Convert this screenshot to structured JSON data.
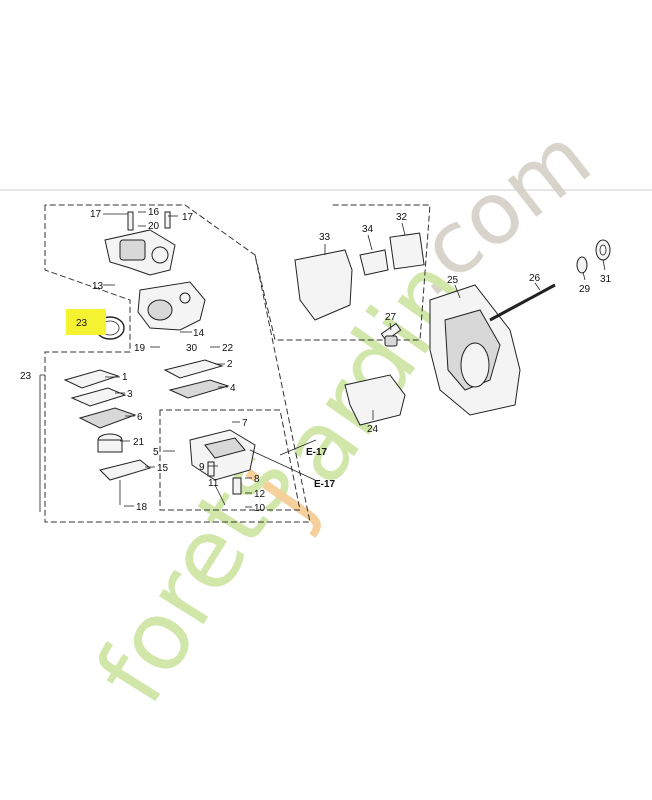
{
  "diagram": {
    "highlighted_part": "23",
    "highlight_color": "#f5f232",
    "callouts": [
      "17",
      "16",
      "20",
      "17",
      "13",
      "23",
      "14",
      "19",
      "30",
      "22",
      "1",
      "2",
      "3",
      "4",
      "6",
      "21",
      "15",
      "18",
      "5",
      "7",
      "9",
      "8",
      "11",
      "12",
      "10",
      "33",
      "34",
      "32",
      "27",
      "25",
      "26",
      "29",
      "31",
      "24",
      "23"
    ],
    "references": [
      "E-17",
      "E-17"
    ]
  },
  "watermark": {
    "text_green": "forets",
    "text_orange": "j",
    "text_green2": "ardin",
    "text_gray": ".com",
    "color_green": "#c9e29a",
    "color_orange": "#f4c88a",
    "color_gray": "#d2cdc2"
  }
}
